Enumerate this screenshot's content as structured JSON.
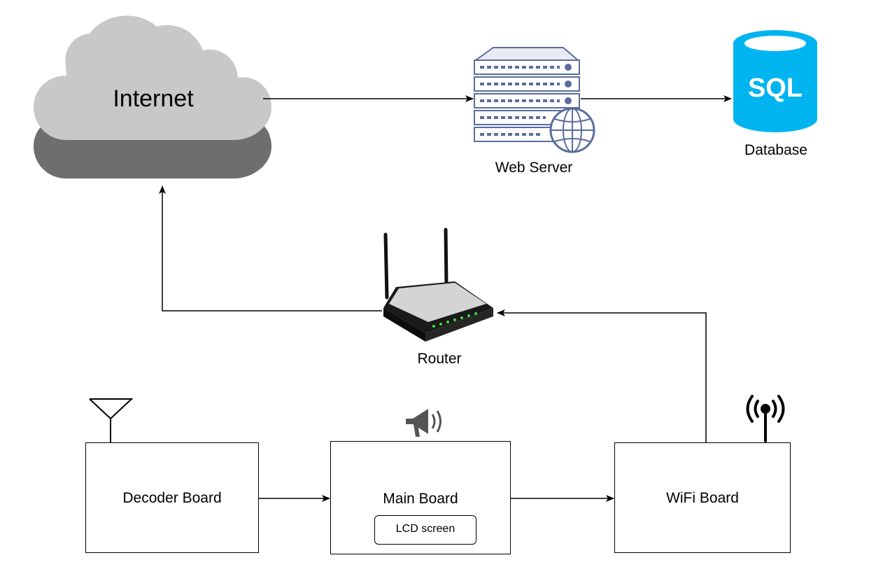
{
  "nodes": {
    "internet": {
      "label": "Internet"
    },
    "web_server": {
      "label": "Web Server"
    },
    "database": {
      "label": "Database",
      "icon_text": "SQL"
    },
    "router": {
      "label": "Router"
    },
    "decoder_board": {
      "label": "Decoder Board"
    },
    "main_board": {
      "label": "Main Board",
      "sub_component": "LCD screen"
    },
    "wifi_board": {
      "label": "WiFi Board"
    }
  },
  "edges": [
    {
      "from": "Internet",
      "to": "Web Server"
    },
    {
      "from": "Web Server",
      "to": "Database"
    },
    {
      "from": "Router",
      "to": "Internet"
    },
    {
      "from": "WiFi Board",
      "to": "Router"
    },
    {
      "from": "Decoder Board",
      "to": "Main Board"
    },
    {
      "from": "Main Board",
      "to": "WiFi Board"
    }
  ],
  "icons": {
    "internet": "cloud-icon",
    "web_server": "server-icon",
    "database": "database-icon",
    "router": "wireless-router-icon",
    "decoder_board": "antenna-icon",
    "main_board": "megaphone-icon",
    "wifi_board": "wireless-signal-icon"
  },
  "colors": {
    "cloud_fill": "#c8c8c8",
    "cloud_shadow": "#6e6e6e",
    "server_stroke": "#5a6d9e",
    "database_fill": "#00b4f0",
    "router_body": "#1a1a1a",
    "router_led": "#3adf3a"
  }
}
